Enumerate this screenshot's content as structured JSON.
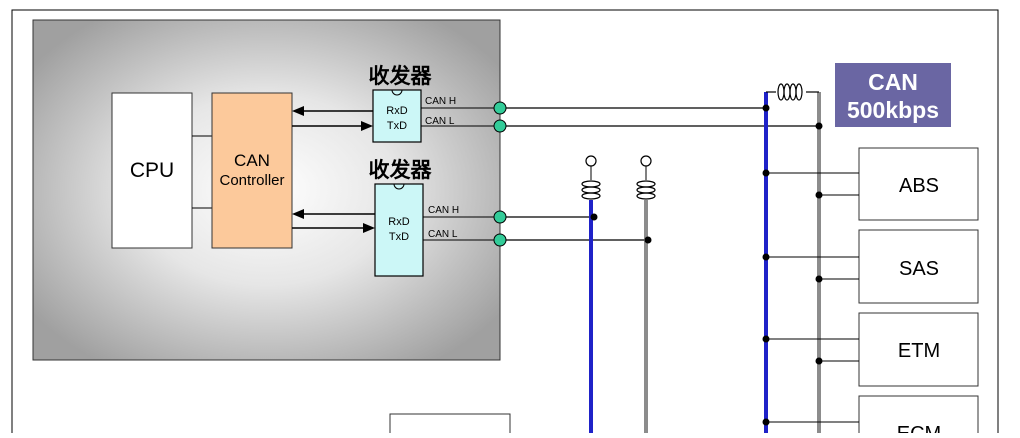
{
  "labels": {
    "cpu": "CPU",
    "can_controller_line1": "CAN",
    "can_controller_line2": "Controller",
    "transceiver_top": "收发器",
    "transceiver_bottom": "收发器",
    "rxd": "RxD",
    "txd": "TxD",
    "can_h": "CAN H",
    "can_l": "CAN L"
  },
  "bus_badge": {
    "line1": "CAN",
    "line2": "500kbps",
    "bg_color": "#6a66a3",
    "text_color": "#ffffff"
  },
  "nodes": [
    "ABS",
    "SAS",
    "ETM",
    "ECM"
  ],
  "colors": {
    "can_h_wire": "#1f22c8",
    "can_l_wire": "#8c8c8c",
    "controller_fill": "#fcc99b",
    "transceiver_fill": "#ccf7f7",
    "connector_fill": "#33cc99"
  },
  "icons": {
    "connector": "circle-node",
    "terminator": "coil-inductor",
    "open_end": "open-circle-terminal"
  }
}
